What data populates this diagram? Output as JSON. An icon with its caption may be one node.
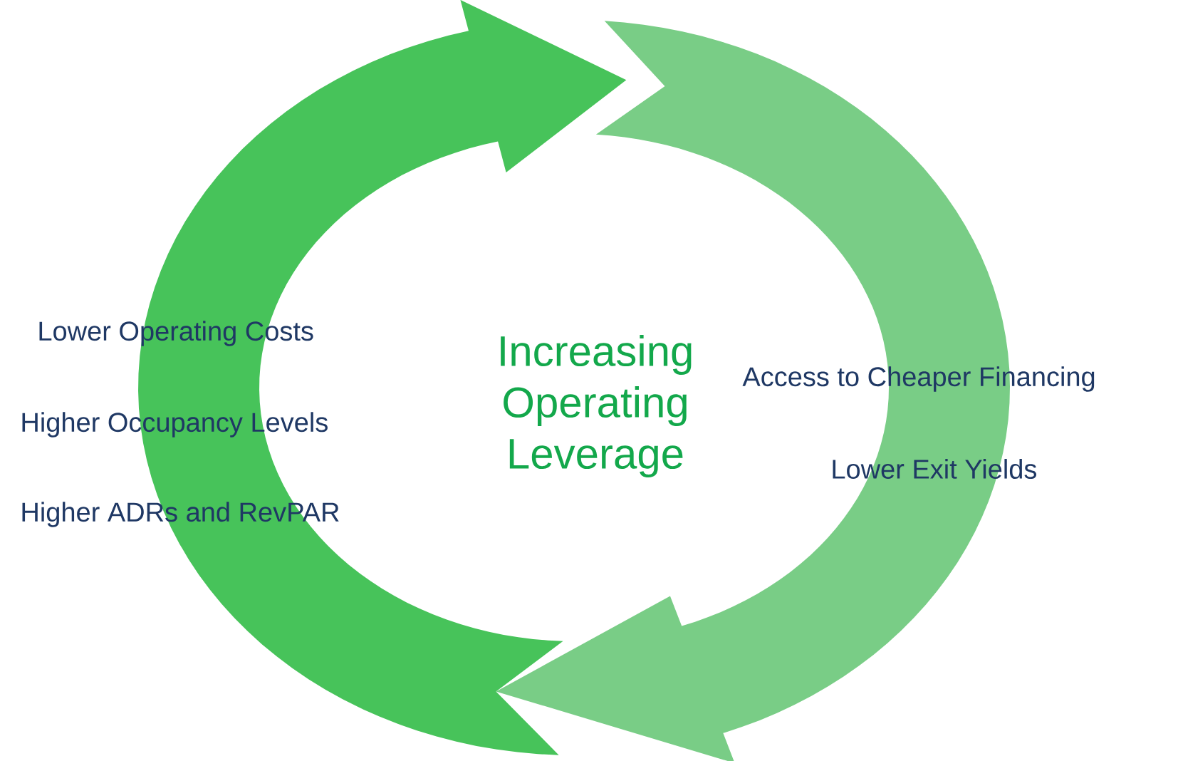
{
  "diagram": {
    "title": "Increasing Operating Leverage",
    "labels": [
      "Lower Operating Costs",
      "Higher Occupancy Levels",
      "Higher ADRs and RevPAR",
      "Access to Cheaper Financing",
      "Lower Exit Yields"
    ]
  }
}
